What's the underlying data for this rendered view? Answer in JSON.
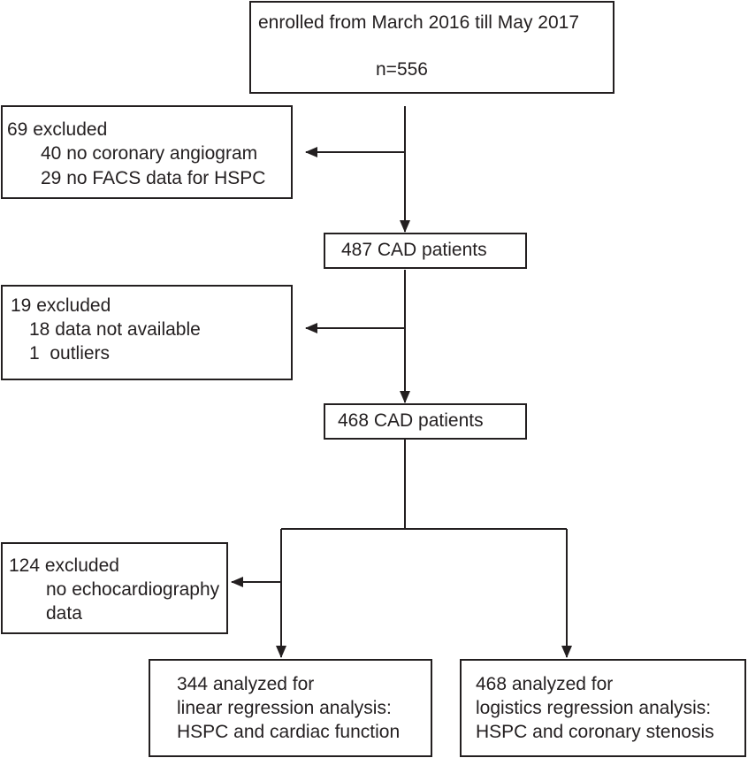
{
  "enrolled": {
    "line1": "enrolled from March 2016 till May 2017",
    "line2": "n=556"
  },
  "exclusion1": {
    "title": "69 excluded",
    "items": [
      "40 no coronary angiogram",
      "29 no FACS data for HSPC"
    ]
  },
  "stage1": {
    "label": "487 CAD patients"
  },
  "exclusion2": {
    "title": "19 excluded",
    "items": [
      "18 data not available",
      "1  outliers"
    ]
  },
  "stage2": {
    "label": "468 CAD patients"
  },
  "exclusion3": {
    "title": "124 excluded",
    "items": [
      "no echocardiography",
      "data"
    ]
  },
  "result_left": {
    "lines": [
      "344 analyzed for",
      "linear regression analysis:",
      "HSPC and cardiac function"
    ]
  },
  "result_right": {
    "lines": [
      "468 analyzed for",
      "logistics regression analysis:",
      "HSPC and coronary stenosis"
    ]
  }
}
